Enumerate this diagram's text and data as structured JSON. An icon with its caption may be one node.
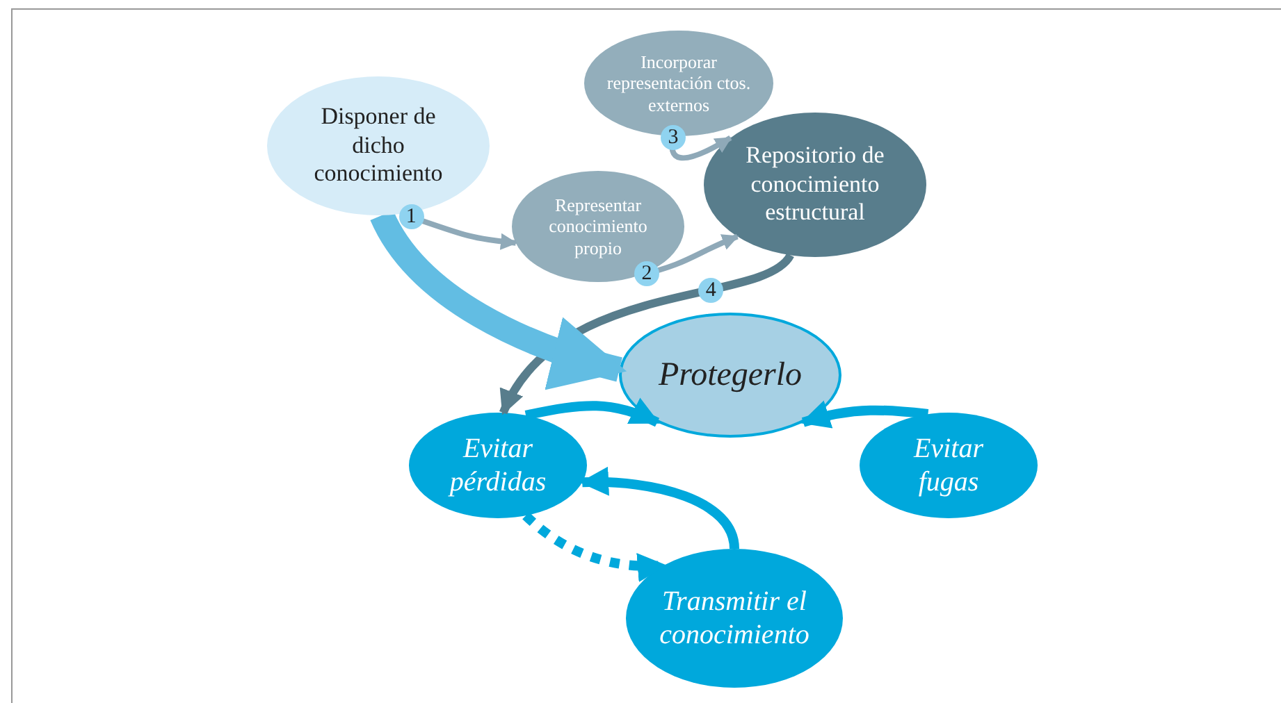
{
  "diagram": {
    "nodes": [
      {
        "text": [
          "Disponer de dicho conocimiento"
        ]
      },
      {
        "text": [
          "Incorporar representación ctos. externos"
        ]
      },
      {
        "text": [
          "Representar conocimiento propio"
        ]
      },
      {
        "text": [
          "Repositorio de conocimiento estructural"
        ]
      },
      {
        "text": [
          "Protegerlo"
        ]
      },
      {
        "text": [
          "Evitar pérdidas"
        ]
      },
      {
        "text": [
          "Evitar fugas"
        ]
      },
      {
        "text": [
          "Transmitir el conocimiento"
        ]
      }
    ],
    "edges": [
      {
        "from": 0,
        "to": 2,
        "arrow": "to",
        "label": "1",
        "color": "#8fa9b8"
      },
      {
        "from": 2,
        "to": 3,
        "arrow": "to",
        "label": "2",
        "color": "#8fa9b8"
      },
      {
        "from": 1,
        "to": 3,
        "arrow": "to",
        "label": "3",
        "color": "#8fa9b8"
      },
      {
        "from": 3,
        "to": 5,
        "arrow": "to",
        "label": "4",
        "color": "#587d8c"
      },
      {
        "from": 0,
        "to": 4,
        "arrow": "to",
        "style": "thick",
        "color": "#62bde3"
      },
      {
        "from": 5,
        "to": 4,
        "arrow": "to"
      },
      {
        "from": 6,
        "to": 4,
        "arrow": "to"
      },
      {
        "from": 7,
        "to": 5,
        "arrow": "to"
      },
      {
        "from": 5,
        "to": 7,
        "arrow": "to",
        "style": "dashed"
      }
    ]
  }
}
